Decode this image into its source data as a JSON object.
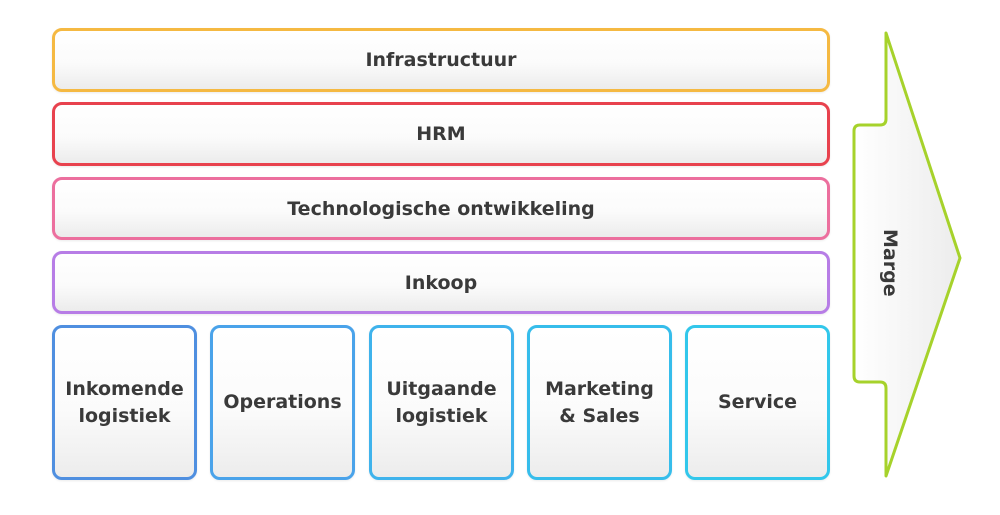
{
  "diagram": {
    "type": "value-chain",
    "support_activities": [
      {
        "label": "Infrastructuur",
        "color": "#f5b942"
      },
      {
        "label": "HRM",
        "color": "#e8424e"
      },
      {
        "label": "Technologische ontwikkeling",
        "color": "#ec6f9e"
      },
      {
        "label": "Inkoop",
        "color": "#b77de6"
      }
    ],
    "primary_activities": [
      {
        "label": "Inkomende logistiek",
        "color": "#4f8fe0"
      },
      {
        "label": "Operations",
        "color": "#4aa3ea"
      },
      {
        "label": "Uitgaande logistiek",
        "color": "#3fb3ec"
      },
      {
        "label": "Marketing & Sales",
        "color": "#36bdeb"
      },
      {
        "label": "Service",
        "color": "#32c7eb"
      }
    ],
    "margin": {
      "label": "Marge",
      "color": "#a6d22b"
    }
  }
}
